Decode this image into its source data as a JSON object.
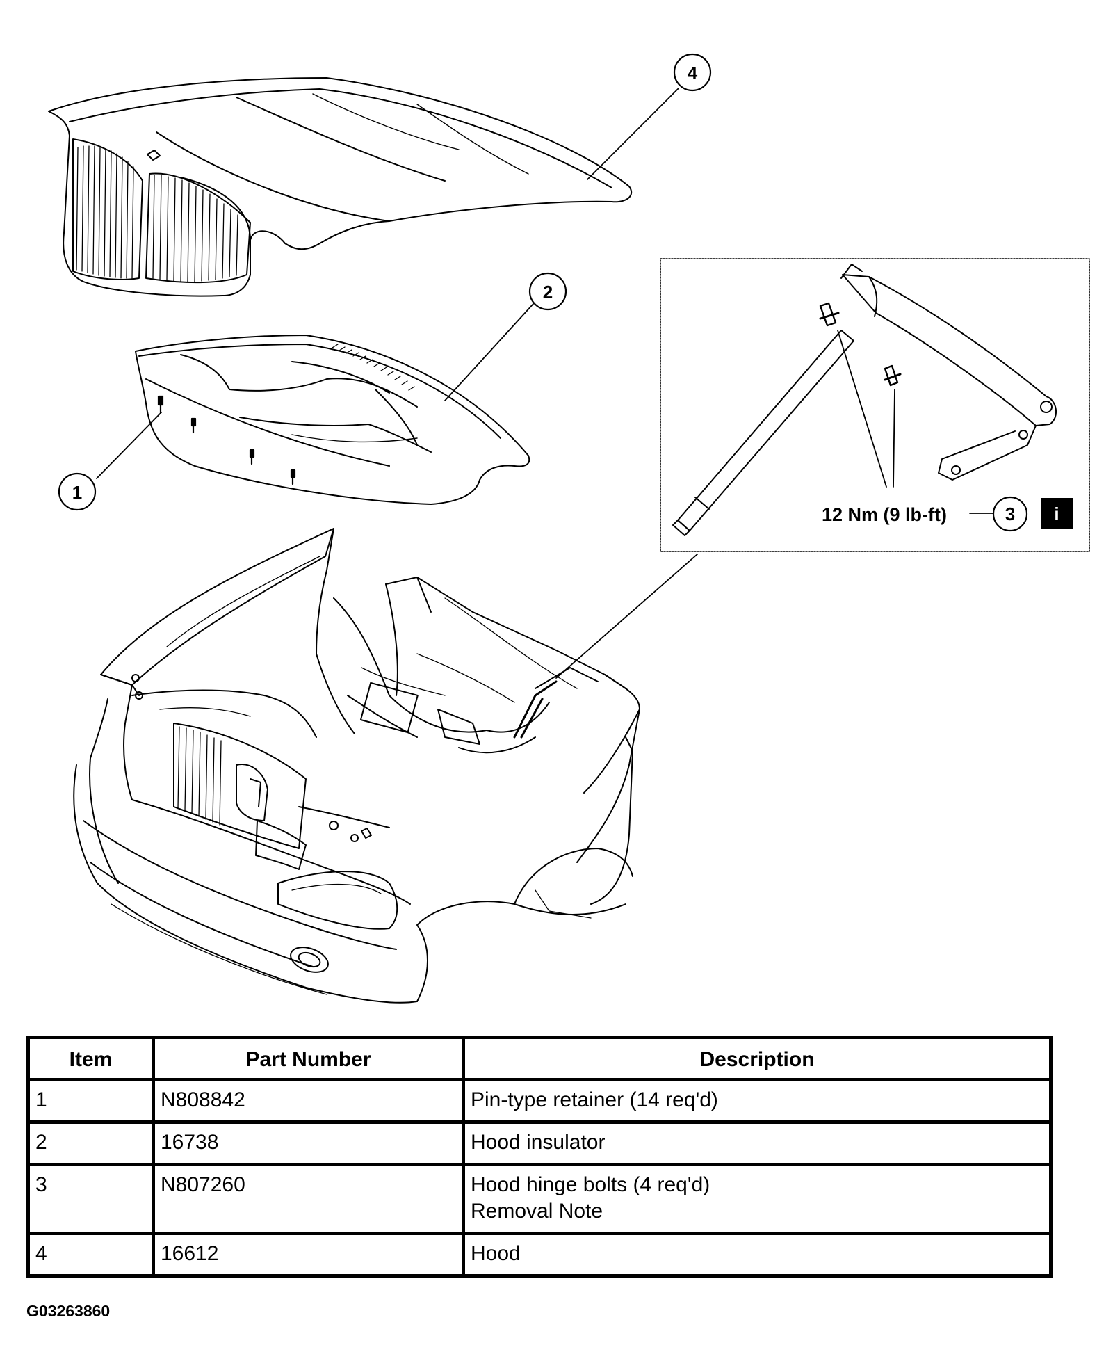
{
  "callouts": {
    "one": "1",
    "two": "2",
    "three": "3",
    "four": "4"
  },
  "torque_spec": "12 Nm (9 lb-ft)",
  "info_badge": "i",
  "table": {
    "headers": [
      "Item",
      "Part Number",
      "Description"
    ],
    "rows": [
      {
        "item": "1",
        "part_number": "N808842",
        "description": "Pin-type retainer (14 req'd)",
        "note": ""
      },
      {
        "item": "2",
        "part_number": "16738",
        "description": "Hood insulator",
        "note": ""
      },
      {
        "item": "3",
        "part_number": "N807260",
        "description": "Hood hinge bolts (4 req'd)",
        "note": "Removal  Note"
      },
      {
        "item": "4",
        "part_number": "16612",
        "description": "Hood",
        "note": ""
      }
    ]
  },
  "figure_id": "G03263860"
}
